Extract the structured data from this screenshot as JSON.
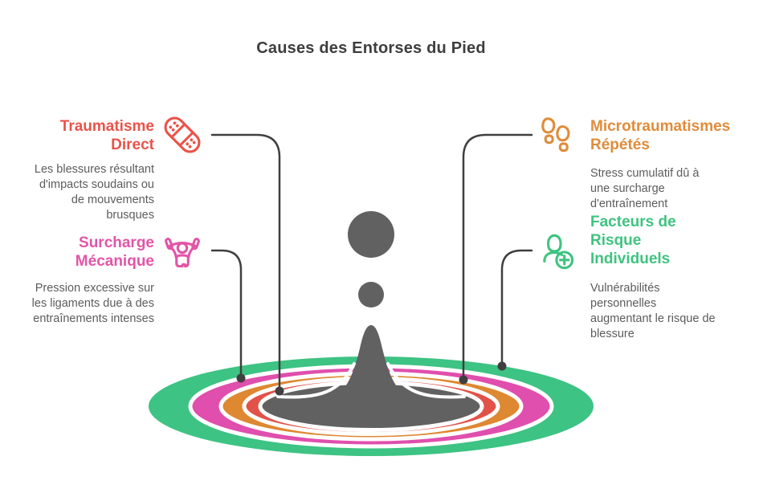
{
  "title": "Causes des Entorses du Pied",
  "causes": [
    {
      "name": "Traumatisme Direct",
      "heading": "Traumatisme\nDirect",
      "description": "Les blessures résultant\nd'impacts soudains ou\nde mouvements\nbrusques",
      "color": "#EA5349",
      "icon": "bandage-icon"
    },
    {
      "name": "Surcharge Mécanique",
      "heading": "Surcharge\nMécanique",
      "description": "Pression excessive sur\nles ligaments due à des\nentraînements intenses",
      "color": "#E255A7",
      "icon": "weightlifter-icon"
    },
    {
      "name": "Microtraumatismes Répétés",
      "heading": "Microtraumatismes\nRépétés",
      "description": "Stress cumulatif dû à\nune surcharge\nd'entraînement",
      "color": "#DF8C3B",
      "icon": "footprints-icon"
    },
    {
      "name": "Facteurs de Risque Individuels",
      "heading": "Facteurs de\nRisque\nIndividuels",
      "description": "Vulnérabilités\npersonnelles\naugmentant le risque de\nblessure",
      "color": "#3FC380",
      "icon": "person-plus-icon"
    }
  ],
  "ripple": {
    "rings": {
      "outer_green": "#3DC383",
      "magenta": "#E04FAD",
      "orange": "#DE8831",
      "red": "#E25248",
      "center_gray": "#616161"
    },
    "splash_color": "#616161"
  },
  "connector": {
    "color": "#3F3F3F"
  }
}
